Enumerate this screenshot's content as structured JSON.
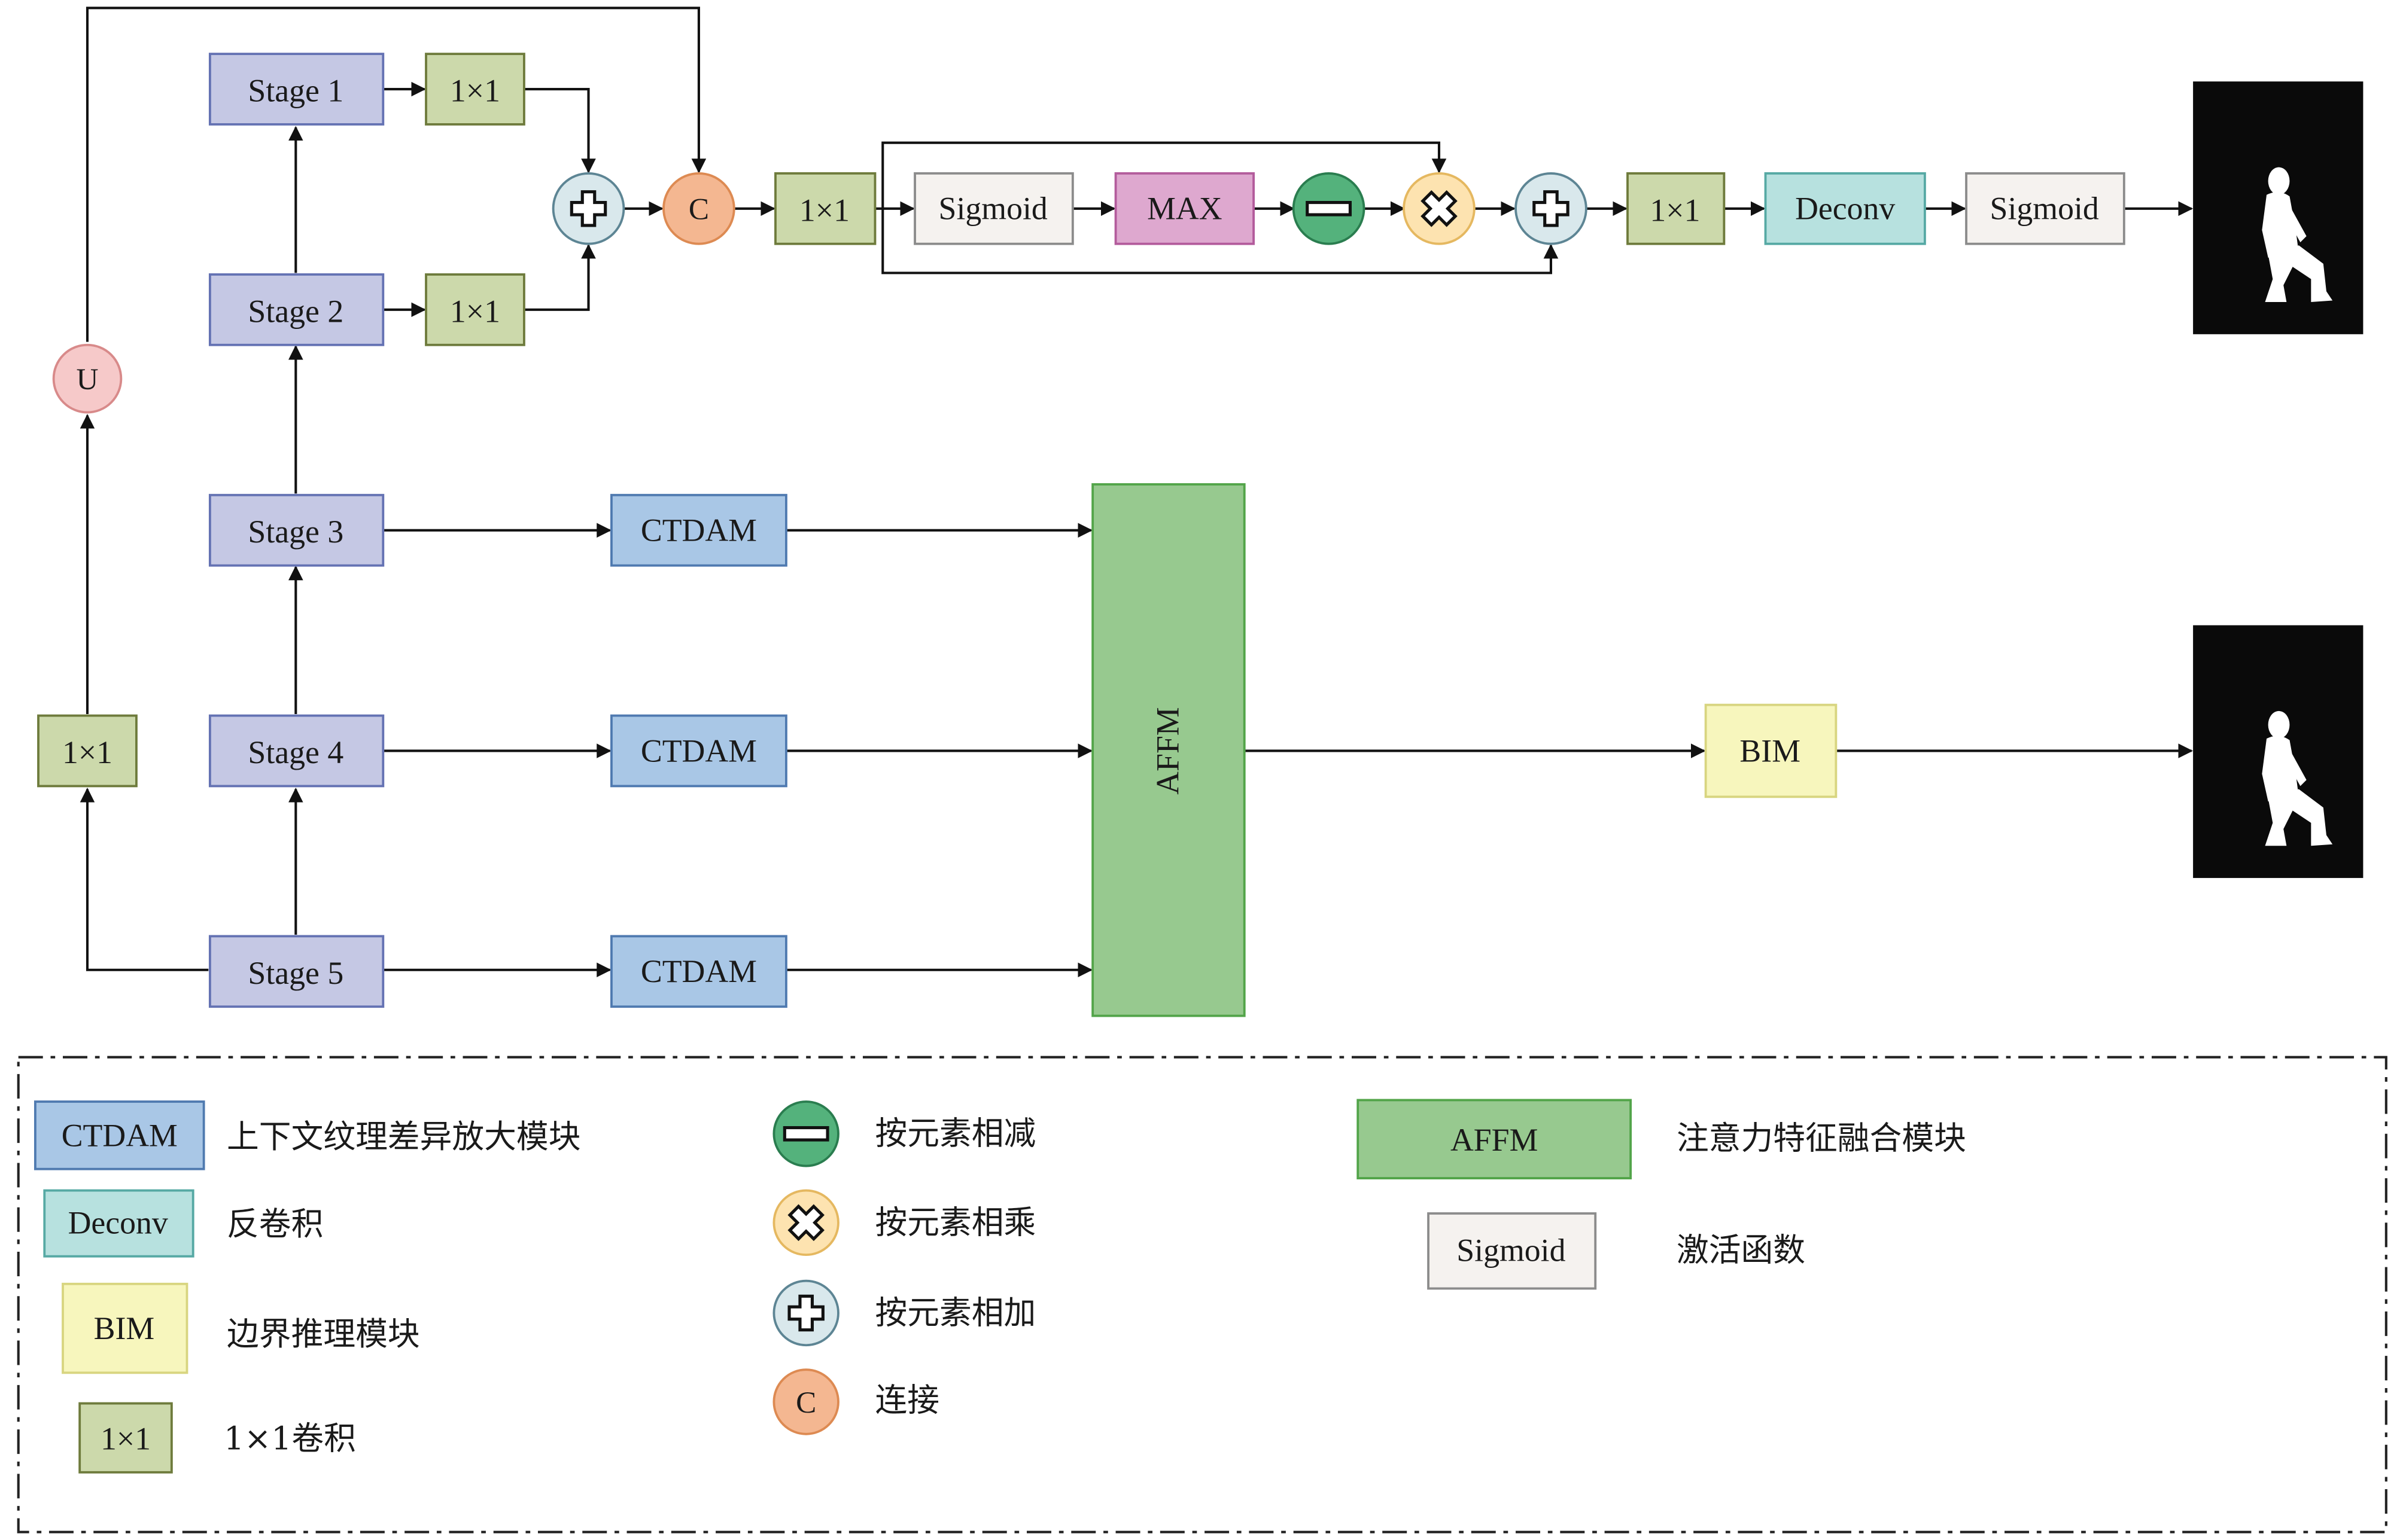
{
  "blocks": {
    "stage1": "Stage 1",
    "stage2": "Stage 2",
    "stage3": "Stage 3",
    "stage4": "Stage 4",
    "stage5": "Stage 5",
    "conv": "1×1",
    "ctdam": "CTDAM",
    "affm": "AFFM",
    "bim": "BIM",
    "sigmoid": "Sigmoid",
    "max": "MAX",
    "deconv": "Deconv",
    "upsample": "U",
    "concat": "C"
  },
  "legend": {
    "ctdam": {
      "tag": "CTDAM",
      "desc": "上下文纹理差异放大模块"
    },
    "deconv": {
      "tag": "Deconv",
      "desc": "反卷积"
    },
    "bim": {
      "tag": "BIM",
      "desc": "边界推理模块"
    },
    "conv": {
      "tag": "1×1",
      "desc": "1×1卷积"
    },
    "subtract": {
      "desc": "按元素相减"
    },
    "multiply": {
      "desc": "按元素相乘"
    },
    "add": {
      "desc": "按元素相加"
    },
    "concat": {
      "tag": "C",
      "desc": "连接"
    },
    "affm": {
      "tag": "AFFM",
      "desc": "注意力特征融合模块"
    },
    "sigmoid": {
      "tag": "Sigmoid",
      "desc": "激活函数"
    }
  },
  "colors": {
    "stage": "#c5c8e4",
    "conv": "#ccd9ab",
    "ctdam": "#a9c7e6",
    "affm": "#97c98f",
    "bim": "#f7f6bd",
    "sigmoid": "#f5f2ef",
    "max": "#dea8cf",
    "deconv": "#b7e1df",
    "upsample": "#f6c9c9",
    "concat": "#f4b791",
    "subtract": "#54b27c",
    "multiply": "#fde3b0",
    "add": "#d9e8ec"
  },
  "icons": [
    "add-icon",
    "subtract-icon",
    "multiply-icon",
    "person-silhouette-icon"
  ]
}
